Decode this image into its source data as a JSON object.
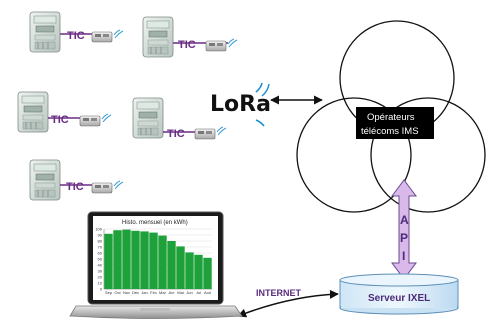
{
  "meters": [
    {
      "label": "TIC"
    },
    {
      "label": "TIC"
    },
    {
      "label": "TIC"
    },
    {
      "label": "TIC"
    },
    {
      "label": "TIC"
    }
  ],
  "lora": {
    "text": "LoRa"
  },
  "cloud": {
    "line1": "Opérateurs",
    "line2": "télécoms IMS"
  },
  "api": {
    "letters": [
      "A",
      "P",
      "I"
    ]
  },
  "server": {
    "label": "Serveur IXEL"
  },
  "internet": {
    "label": "INTERNET"
  },
  "colors": {
    "tic": "#6a2d86",
    "cloud_fill": "#000000",
    "db_fill": "#dfeff9",
    "arrow_purple": "#d9b8ea",
    "bars_green": "#1ea13a"
  },
  "chart_data": {
    "type": "bar",
    "title": "Histo. mensuel (en kWh)",
    "categories": [
      "Sep",
      "Oct",
      "Nov",
      "Déc",
      "Jan",
      "Fév",
      "Mar",
      "Avr",
      "Mai",
      "Jun",
      "Jul",
      "Aoû"
    ],
    "values": [
      92,
      98,
      99,
      97,
      96,
      94,
      89,
      80,
      71,
      61,
      57,
      52
    ],
    "ylim": [
      0,
      100
    ],
    "yticks": [
      0,
      10,
      20,
      30,
      40,
      50,
      60,
      70,
      80,
      90,
      100
    ],
    "grid": true
  }
}
